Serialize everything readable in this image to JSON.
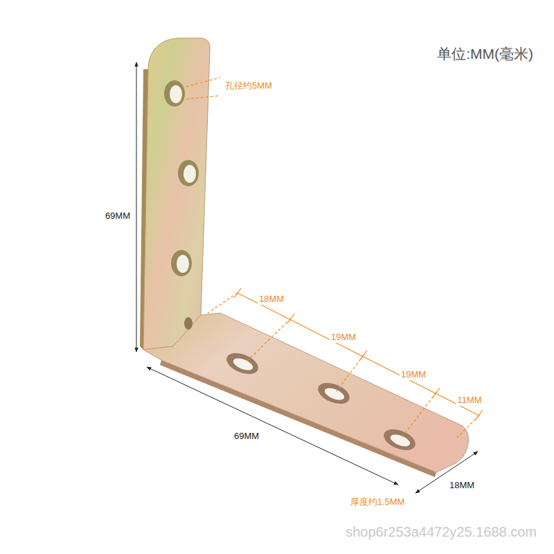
{
  "diagram": {
    "labels": [
      "单位:MM(毫米)",
      "孔径约5MM",
      "69MM",
      "18MM",
      "19MM",
      "19MM",
      "11MM",
      "69MM",
      "18MM",
      "厚度约1.5MM",
      "shop6r253a4472y25.1688.com"
    ]
  }
}
